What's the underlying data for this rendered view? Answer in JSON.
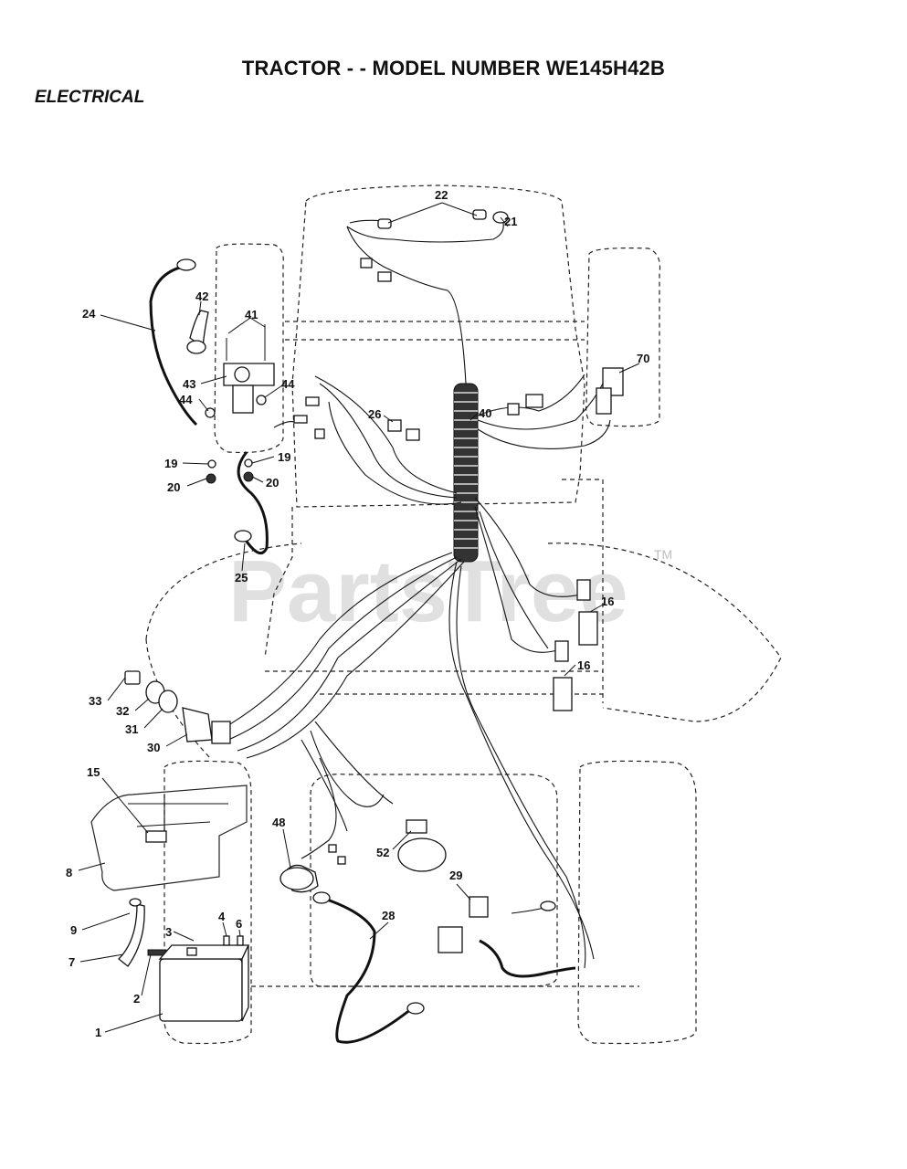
{
  "header": {
    "title": "TRACTOR - - MODEL NUMBER WE145H42B",
    "section": "ELECTRICAL"
  },
  "watermark": {
    "text": "PartsTree",
    "tm": "TM"
  },
  "callouts": {
    "c1": "1",
    "c2": "2",
    "c3": "3",
    "c4": "4",
    "c6": "6",
    "c7": "7",
    "c8": "8",
    "c9": "9",
    "c15": "15",
    "c16a": "16",
    "c16b": "16",
    "c19a": "19",
    "c19b": "19",
    "c20a": "20",
    "c20b": "20",
    "c21": "21",
    "c22": "22",
    "c24": "24",
    "c25": "25",
    "c26": "26",
    "c28": "28",
    "c29": "29",
    "c30": "30",
    "c31": "31",
    "c32": "32",
    "c33": "33",
    "c40": "40",
    "c41": "41",
    "c42": "42",
    "c43": "43",
    "c44a": "44",
    "c44b": "44",
    "c48": "48",
    "c52": "52",
    "c70": "70"
  }
}
